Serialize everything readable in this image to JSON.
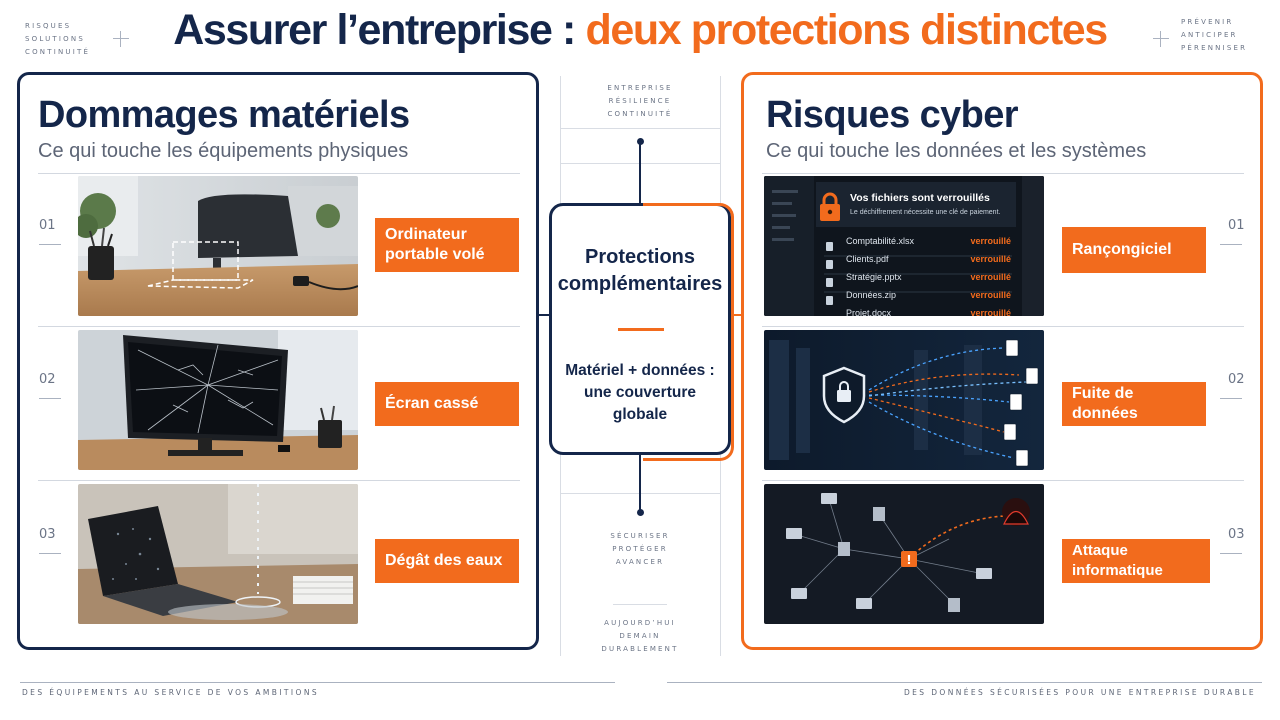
{
  "header": {
    "title_part1": "Assurer l’entreprise : ",
    "title_part2": "deux protections distinctes",
    "left_words": [
      "RISQUES",
      "SOLUTIONS",
      "CONTINUITÉ"
    ],
    "right_words": [
      "PRÉVENIR",
      "ANTICIPER",
      "PÉRENNISER"
    ]
  },
  "left_panel": {
    "title": "Dommages matériels",
    "subtitle": "Ce qui touche les équipements physiques",
    "items": [
      {
        "num": "01",
        "label_lines": [
          "Ordinateur",
          "portable volé"
        ]
      },
      {
        "num": "02",
        "label_lines": [
          "Écran cassé"
        ]
      },
      {
        "num": "03",
        "label_lines": [
          "Dégât des eaux"
        ]
      }
    ]
  },
  "right_panel": {
    "title": "Risques cyber",
    "subtitle": "Ce qui touche les données et les systèmes",
    "items": [
      {
        "num": "01",
        "label_lines": [
          "Rançongiciel"
        ]
      },
      {
        "num": "02",
        "label_lines": [
          "Fuite de données"
        ]
      },
      {
        "num": "03",
        "label_lines": [
          "Attaque informatique"
        ]
      }
    ],
    "ransom_screen": {
      "heading": "Vos fichiers sont verrouillés",
      "subtext": "Le déchiffrement nécessite une clé de paiement.",
      "files": [
        {
          "name": "Comptabilité.xlsx",
          "status": "verrouillé"
        },
        {
          "name": "Clients.pdf",
          "status": "verrouillé"
        },
        {
          "name": "Stratégie.pptx",
          "status": "verrouillé"
        },
        {
          "name": "Données.zip",
          "status": "verrouillé"
        },
        {
          "name": "Projet.docx",
          "status": "verrouillé"
        }
      ]
    }
  },
  "center": {
    "top_words": [
      "ENTREPRISE",
      "RÉSILIENCE",
      "CONTINUITÉ"
    ],
    "title_lines": [
      "Protections",
      "complémentaires"
    ],
    "text_lines": [
      "Matériel + données :",
      "une couverture",
      "globale"
    ],
    "mid_words": [
      "SÉCURISER",
      "PROTÉGER",
      "AVANCER"
    ],
    "bottom_words": [
      "AUJOURD’HUI",
      "DEMAIN",
      "DURABLEMENT"
    ]
  },
  "footer": {
    "left": "DES ÉQUIPEMENTS AU SERVICE DE VOS AMBITIONS",
    "right": "DES DONNÉES SÉCURISÉES POUR UNE ENTREPRISE DURABLE"
  },
  "colors": {
    "navy": "#14264a",
    "orange": "#f26b1d",
    "grey": "#6b7486"
  }
}
